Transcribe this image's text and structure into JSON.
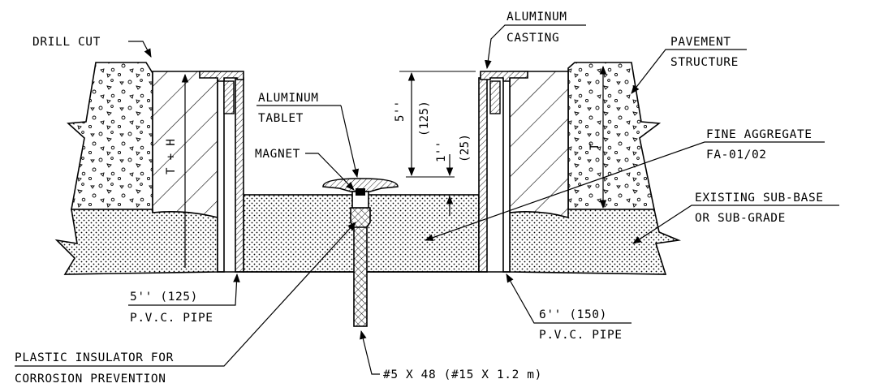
{
  "labels": {
    "drill_cut": "DRILL CUT",
    "aluminum_casting_1": "ALUMINUM",
    "aluminum_casting_2": "CASTING",
    "pavement_1": "PAVEMENT",
    "pavement_2": "STRUCTURE",
    "aluminum_tablet_1": "ALUMINUM",
    "aluminum_tablet_2": "TABLET",
    "magnet": "MAGNET",
    "fine_aggregate_1": "FINE AGGREGATE",
    "fine_aggregate_2": "FA-01/02",
    "existing_1": "EXISTING SUB-BASE",
    "existing_2": "OR SUB-GRADE",
    "pipe5_1": "5'' (125)",
    "pipe5_2": "P.V.C. PIPE",
    "pipe6_1": "6'' (150)",
    "pipe6_2": "P.V.C. PIPE",
    "insulator_1": "PLASTIC INSULATOR FOR",
    "insulator_2": "CORROSION PREVENTION",
    "rebar": "#5 X 48 (#15 X 1.2 m)"
  },
  "dimensions": {
    "t_plus_h": "T + H",
    "t": "T",
    "five_in": "5''",
    "five_mm": "(125)",
    "one_in": "1''",
    "one_mm": "(25)"
  }
}
